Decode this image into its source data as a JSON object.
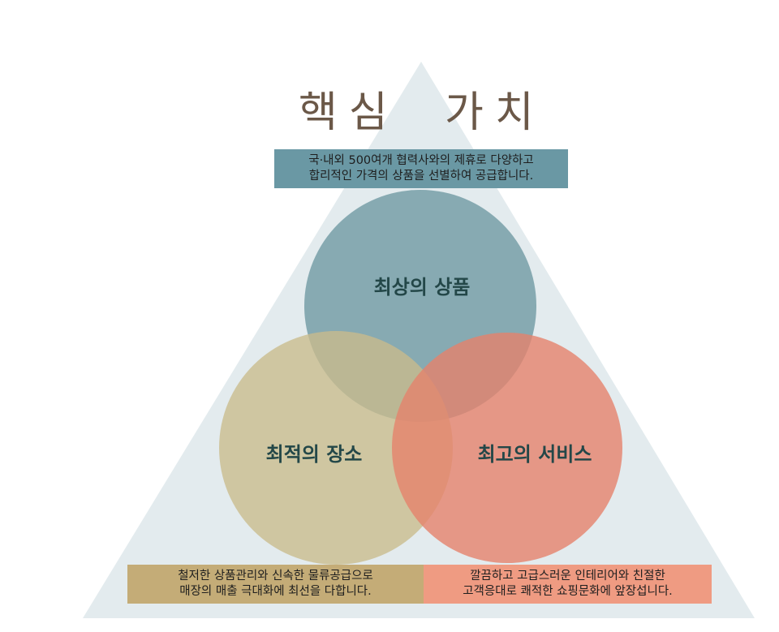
{
  "title": {
    "left": "핵심",
    "right": "가치"
  },
  "colors": {
    "triangle": "#e3ebee",
    "circle_top": "#6f9aa3",
    "circle_left": "#c9bb8c",
    "circle_right": "#e5826b",
    "circle_text": "#234748",
    "title_text": "#6b5848"
  },
  "circles": {
    "top": {
      "label": "최상의 상품"
    },
    "left": {
      "label": "최적의 장소"
    },
    "right": {
      "label": "최고의 서비스"
    }
  },
  "descriptions": {
    "top": [
      "국·내외 500여개 협력사와의 제휴로 다양하고",
      "합리적인 가격의 상품을 선별하여 공급합니다."
    ],
    "left": [
      "철저한 상품관리와 신속한 물류공급으로",
      "매장의 매출 극대화에 최선을 다합니다."
    ],
    "right": [
      "깔끔하고 고급스러운 인테리어와 친절한",
      "고객응대로 쾌적한 쇼핑문화에 앞장섭니다."
    ]
  }
}
